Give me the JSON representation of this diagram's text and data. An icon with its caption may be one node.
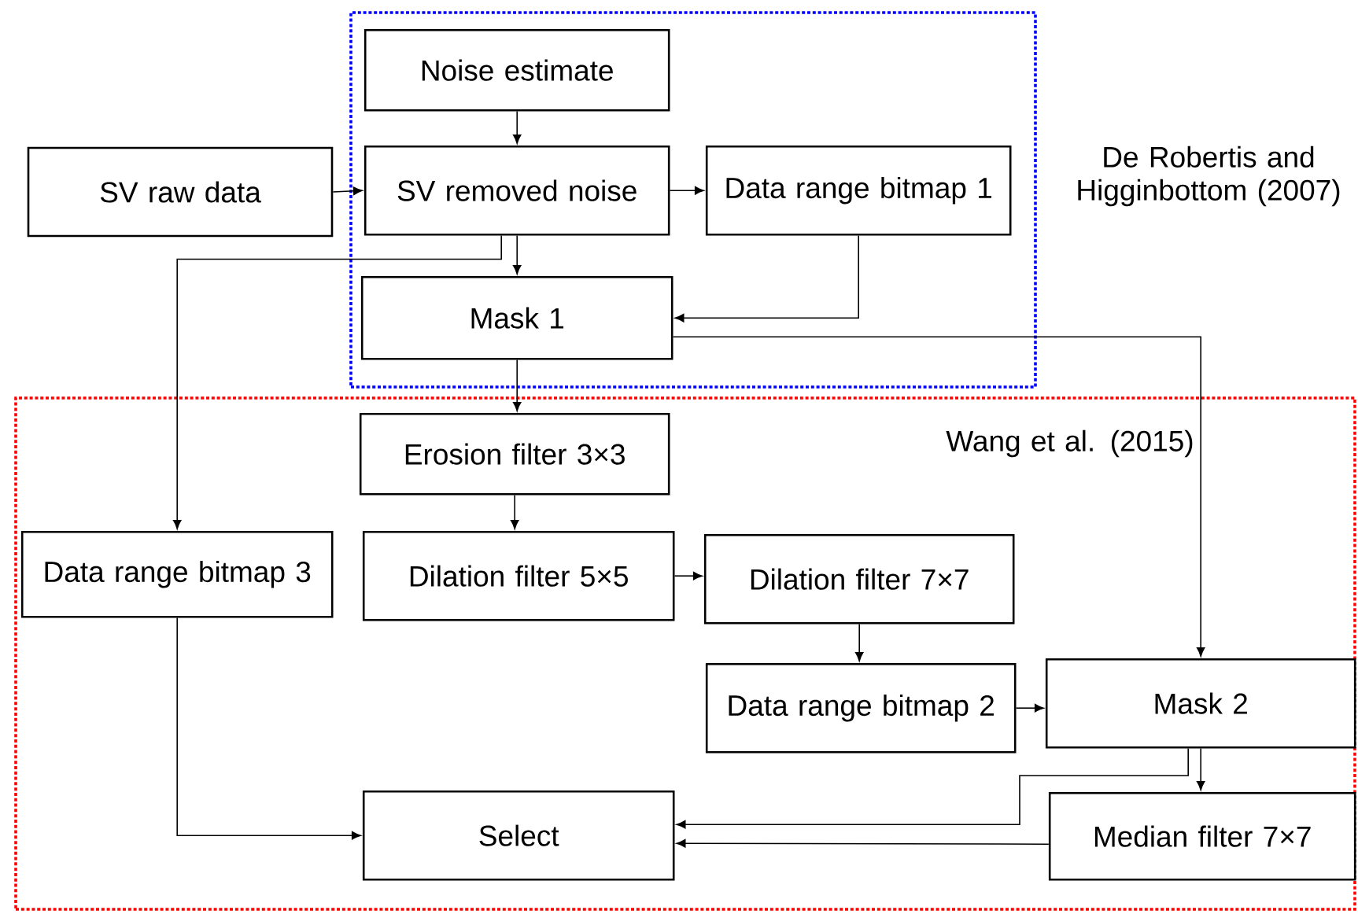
{
  "diagram": {
    "nodes": [
      {
        "text": [
          "De Robertis and Higginbottom (2007)"
        ]
      },
      {
        "text": [
          "Noise estimate"
        ],
        "in": 0
      },
      {
        "text": [
          "SV raw data"
        ]
      },
      {
        "text": [
          "SV removed noise"
        ],
        "in": 0
      },
      {
        "text": [
          "Data range bitmap 1"
        ],
        "in": 0
      },
      {
        "text": [
          "Mask 1"
        ],
        "in": 0
      },
      {
        "text": [
          "Wang et al. (2015)"
        ]
      },
      {
        "text": [
          "Erosion filter 3×3"
        ],
        "in": 6
      },
      {
        "text": [
          "Data range bitmap 3"
        ],
        "in": 6
      },
      {
        "text": [
          "Dilation filter 5×5"
        ],
        "in": 6
      },
      {
        "text": [
          "Dilation filter 7×7"
        ],
        "in": 6
      },
      {
        "text": [
          "Data range bitmap 2"
        ],
        "in": 6
      },
      {
        "text": [
          "Mask 2"
        ],
        "in": 6
      },
      {
        "text": [
          "Select"
        ],
        "in": 6
      },
      {
        "text": [
          "Median filter 7×7"
        ],
        "in": 6
      }
    ],
    "edges": [
      {
        "from": 1,
        "to": 3,
        "arrow": "to"
      },
      {
        "from": 2,
        "to": 3,
        "arrow": "to"
      },
      {
        "from": 3,
        "to": 4,
        "arrow": "to"
      },
      {
        "from": 3,
        "to": 5,
        "arrow": "to"
      },
      {
        "from": 4,
        "to": 5,
        "arrow": "to"
      },
      {
        "from": 3,
        "to": 8,
        "arrow": "to"
      },
      {
        "from": 5,
        "to": 7,
        "arrow": "to"
      },
      {
        "from": 5,
        "to": 12,
        "arrow": "to"
      },
      {
        "from": 7,
        "to": 9,
        "arrow": "to"
      },
      {
        "from": 9,
        "to": 10,
        "arrow": "to"
      },
      {
        "from": 10,
        "to": 11,
        "arrow": "to"
      },
      {
        "from": 11,
        "to": 12,
        "arrow": "to"
      },
      {
        "from": 12,
        "to": 14,
        "arrow": "to"
      },
      {
        "from": 12,
        "to": 13,
        "arrow": "to"
      },
      {
        "from": 14,
        "to": 13,
        "arrow": "to"
      },
      {
        "from": 8,
        "to": 13,
        "arrow": "to"
      }
    ]
  }
}
